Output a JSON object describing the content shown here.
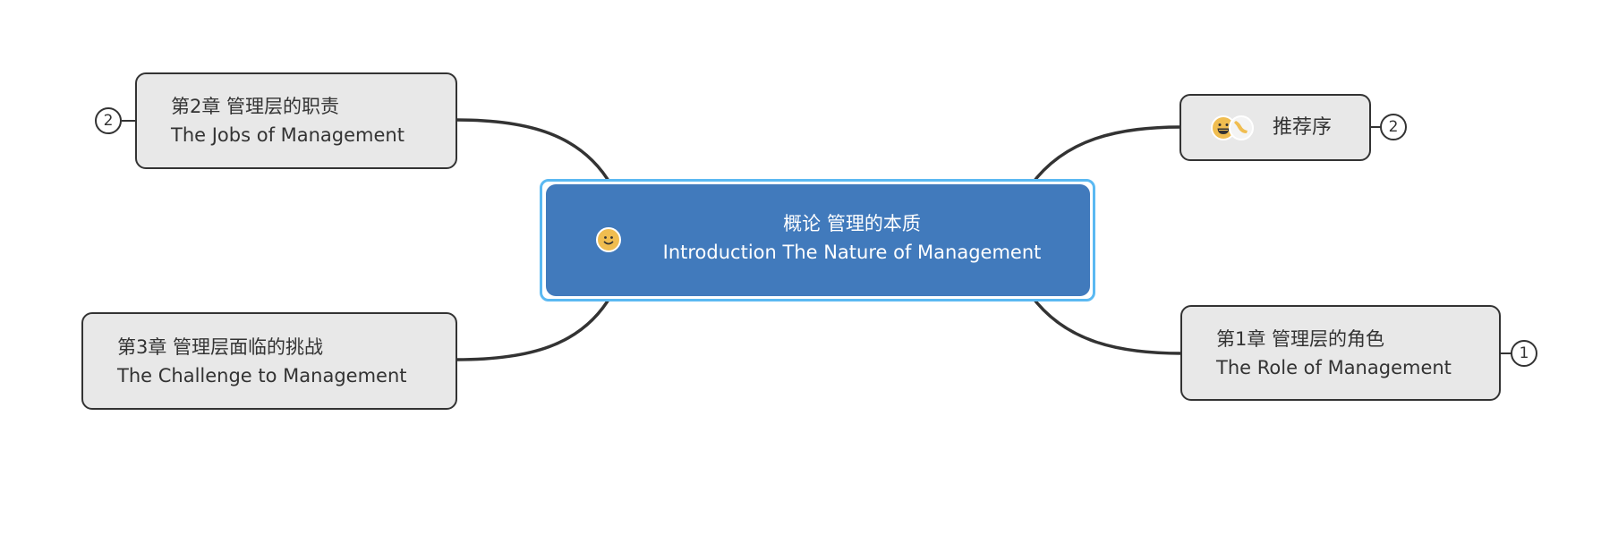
{
  "mindmap": {
    "central": {
      "icon": "smiley-face-icon",
      "line1": "概论 管理的本质",
      "line2": "Introduction The Nature of Management",
      "selected": true
    },
    "topics": [
      {
        "id": "jobs",
        "line1": "第2章 管理层的职责",
        "line2": "The Jobs of Management",
        "badge": "2",
        "side": "left"
      },
      {
        "id": "challenge",
        "line1": "第3章 管理层面临的挑战",
        "line2": "The Challenge to Management",
        "side": "left"
      },
      {
        "id": "preface",
        "icons": [
          "grinning-face-icon",
          "thumbs-up-icon"
        ],
        "line1": "推荐序",
        "badge": "2",
        "side": "right"
      },
      {
        "id": "role",
        "line1": "第1章 管理层的角色",
        "line2": "The Role of Management",
        "badge": "1",
        "side": "right"
      }
    ]
  },
  "colors": {
    "central_fill": "#417abc",
    "selection_outline": "#5bb9f2",
    "topic_fill": "#e8e8e8",
    "line": "#333333",
    "sticker_yellow": "#f0bd50"
  }
}
